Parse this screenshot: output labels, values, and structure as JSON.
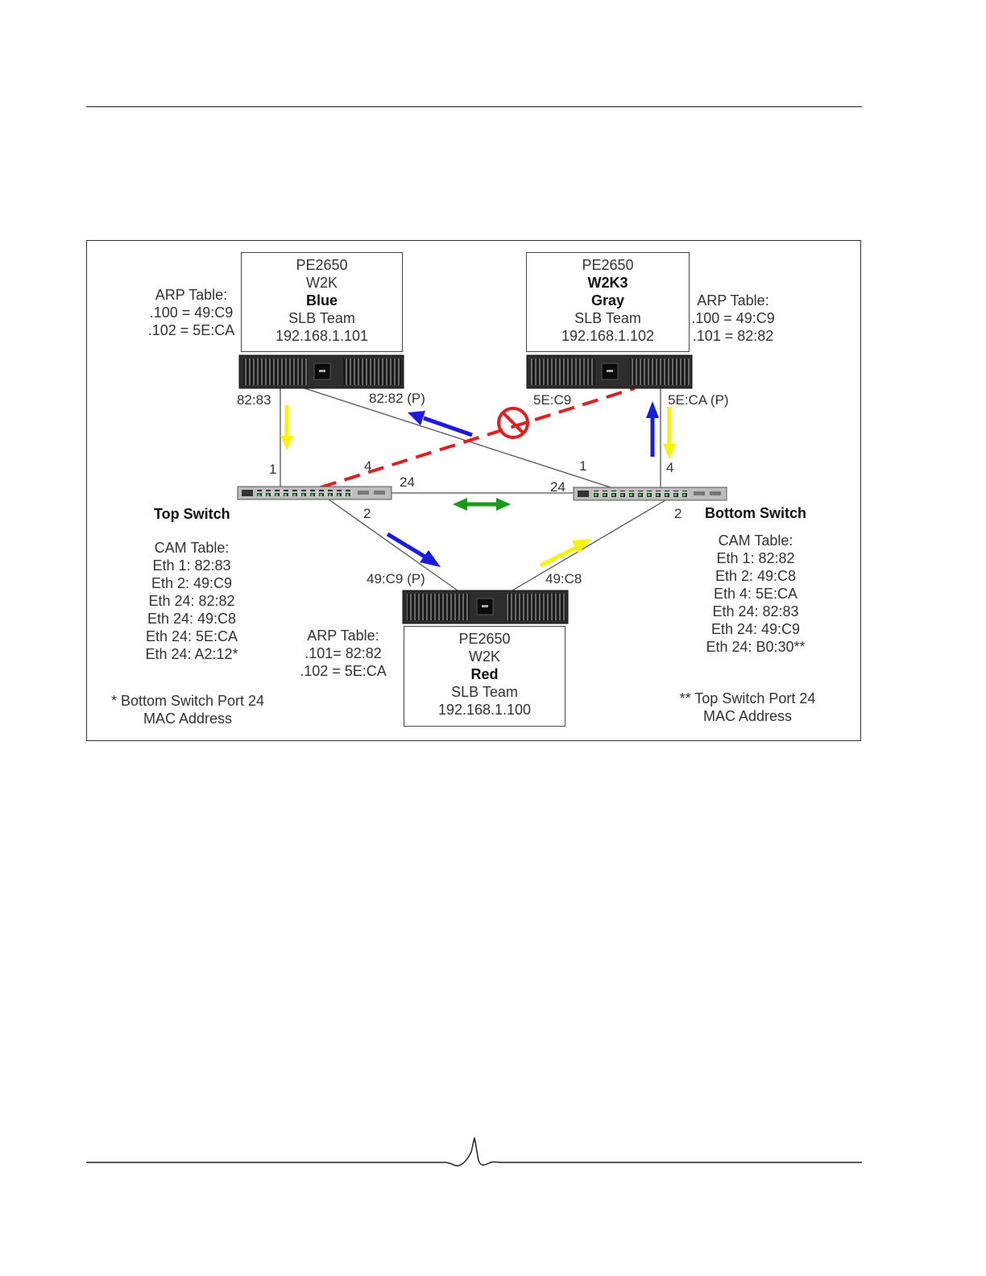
{
  "servers": {
    "blue": {
      "lines": [
        "PE2650",
        "W2K"
      ],
      "name": "Blue",
      "team": "SLB Team",
      "ip": "192.168.1.101"
    },
    "gray": {
      "line1": "PE2650",
      "os": "W2K3",
      "name": "Gray",
      "team": "SLB Team",
      "ip": "192.168.1.102"
    },
    "red": {
      "lines": [
        "PE2650",
        "W2K"
      ],
      "name": "Red",
      "team": "SLB Team",
      "ip": "192.168.1.100"
    }
  },
  "arp_tables": {
    "blue": {
      "title": "ARP Table:",
      "entries": [
        ".100 = 49:C9",
        ".102 = 5E:CA"
      ]
    },
    "gray": {
      "title": "ARP Table:",
      "entries": [
        ".100 = 49:C9",
        ".101 = 82:82"
      ]
    },
    "red": {
      "title": "ARP Table:",
      "entries": [
        ".101= 82:82",
        ".102 = 5E:CA"
      ]
    }
  },
  "nic_labels": {
    "blue_left": "82:83",
    "blue_right": "82:82 (P)",
    "gray_left": "5E:C9",
    "gray_right": "5E:CA (P)",
    "red_left": "49:C9 (P)",
    "red_right": "49:C8"
  },
  "port_labels": {
    "top_1": "1",
    "top_4": "4",
    "top_24": "24",
    "top_2": "2",
    "bottom_1": "1",
    "bottom_4": "4",
    "bottom_24": "24",
    "bottom_2": "2"
  },
  "switches": {
    "top": {
      "name": "Top Switch",
      "cam_title": "CAM Table:",
      "cam_entries": [
        "Eth 1: 82:83",
        "Eth 2: 49:C9",
        "Eth 24: 82:82",
        "Eth 24: 49:C8",
        "Eth 24: 5E:CA",
        "Eth 24: A2:12*"
      ]
    },
    "bottom": {
      "name": "Bottom Switch",
      "cam_title": "CAM Table:",
      "cam_entries": [
        "Eth 1: 82:82",
        "Eth 2: 49:C8",
        "Eth 4: 5E:CA",
        "Eth 24: 82:83",
        "Eth 24: 49:C9",
        "Eth 24: B0:30**"
      ]
    }
  },
  "footnotes": {
    "single": [
      "* Bottom Switch Port 24",
      "MAC Address"
    ],
    "double": [
      "** Top Switch Port 24",
      "MAC Address"
    ]
  },
  "colors": {
    "blocked_link": "#e02020",
    "blue_arrow": "#1a1ae0",
    "yellow_arrow": "#f5f500",
    "green_arrow": "#1a9a1a",
    "no_symbol": "#e02020"
  }
}
